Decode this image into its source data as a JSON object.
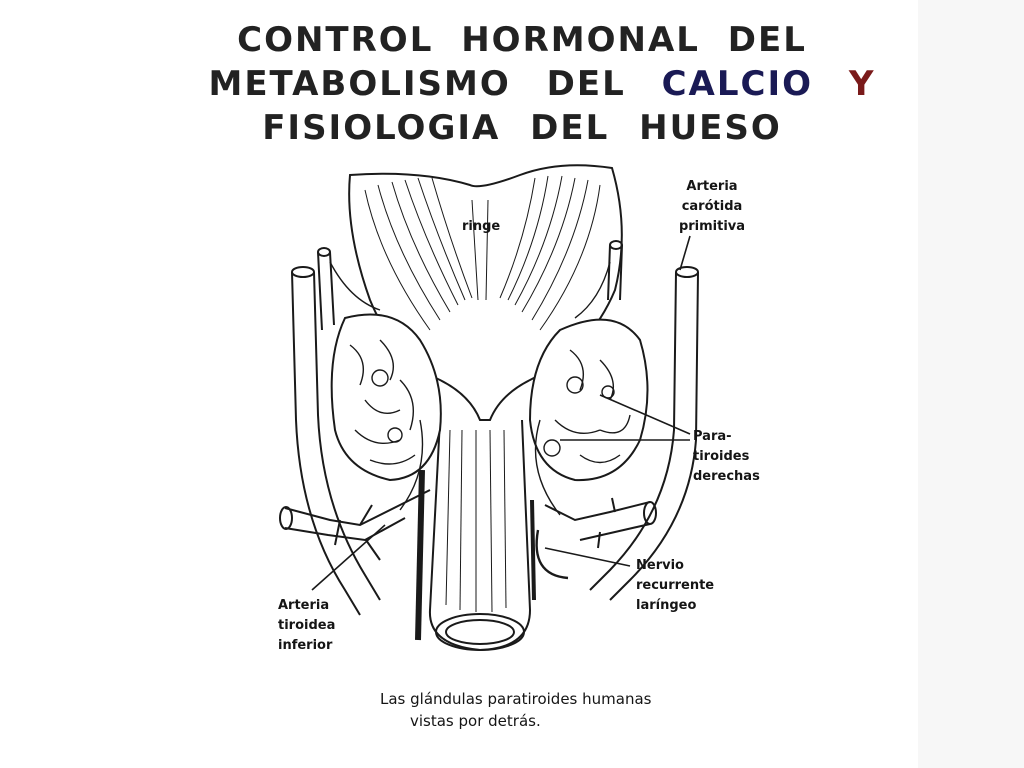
{
  "title": {
    "line1": "CONTROL HORMONAL DEL",
    "line2_a": "METABOLISMO",
    "line2_b": "DEL",
    "line2_c": "CALCIO",
    "line2_d": "Y",
    "line3": "FISIOLOGIA DEL HUESO"
  },
  "labels": {
    "laringe": "ringe",
    "carotida": [
      "Arteria",
      "carótida",
      "primitiva"
    ],
    "paratiroides": [
      "Para-",
      "tiroides",
      "derechas"
    ],
    "nervio": [
      "Nervio",
      "recurrente",
      "laríngeo"
    ],
    "tiroidea": [
      "Arteria",
      "tiroidea",
      "inferior"
    ]
  },
  "caption": {
    "line1": "Las glándulas paratiroides humanas",
    "line2": "vistas por detrás."
  }
}
